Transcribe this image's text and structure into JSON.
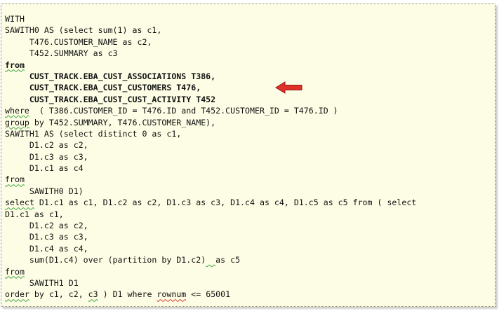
{
  "sql_lines": [
    [
      "WITH"
    ],
    [
      "SAWITH0 AS (select sum(1) as c1,"
    ],
    [
      "     T476.CUSTOMER_NAME as c2,"
    ],
    [
      "     T452.SUMMARY as c3"
    ],
    [
      "from"
    ],
    [
      "     CUST_TRACK.EBA_CUST_ASSOCIATIONS T386,"
    ],
    [
      "     CUST_TRACK.EBA_CUST_CUSTOMERS T476,"
    ],
    [
      "     CUST_TRACK.EBA_CUST_CUST_ACTIVITY T452"
    ],
    [
      "where",
      "  ( T386.CUSTOMER_ID = T476.ID and T452.CUSTOMER_ID = T476.ID )"
    ],
    [
      "group",
      " by T452.SUMMARY, T476.CUSTOMER_NAME),"
    ],
    [
      "SAWITH1 AS (select distinct 0 as c1,"
    ],
    [
      "     D1.c2 as c2,"
    ],
    [
      "     D1.c3 as c3,"
    ],
    [
      "     D1.c1 as c4"
    ],
    [
      "from"
    ],
    [
      "     SAWITH0 D1)"
    ],
    [
      "select",
      " D1.c1 as c1, D1.c2 as c2, D1.c3 as c3, D1.c4 as c4, D1.c5 as c5 from ( select"
    ],
    [
      "D1.c1 as c1,"
    ],
    [
      "     D1.c2 as c2,"
    ],
    [
      "     D1.c3 as c3,"
    ],
    [
      "     D1.c4 as c4,"
    ],
    [
      "     sum(D1.c4) over (partition by D1.c2)",
      "  ",
      "as c5"
    ],
    [
      "from"
    ],
    [
      "     SAWITH1 D1"
    ],
    [
      "order",
      " by c1, c2, ",
      "c3",
      " ) D1 where ",
      "rownum",
      " <= 65001"
    ]
  ],
  "colors": {
    "panel_background": "#fdfde5",
    "arrow": "#e0302a",
    "spell_underline": "#d2372b",
    "grammar_underline": "#3ca33c"
  },
  "icons": {
    "annotation": "red-arrow-left-icon"
  }
}
